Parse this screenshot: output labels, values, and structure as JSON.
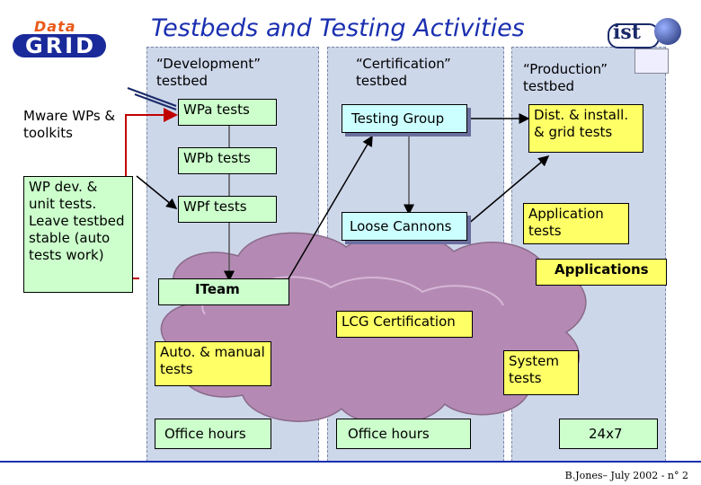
{
  "title": "Testbeds and Testing Activities",
  "logos": {
    "left": "DataGRID",
    "right": "ist"
  },
  "columns": {
    "development": "“Development” testbed",
    "certification": "“Certification” testbed",
    "production": "“Production” testbed"
  },
  "left": {
    "mware": "Mware WPs & toolkits",
    "wpdev": "WP dev. & unit tests. Leave testbed stable (auto tests work)"
  },
  "boxes": {
    "wpa": "WPa tests",
    "wpb": "WPb tests",
    "wpf": "WPf tests",
    "iteam": "ITeam",
    "testing_group": "Testing Group",
    "loose_cannons": "Loose Cannons",
    "dist_install": "Dist. & install. & grid tests",
    "application_tests": "Application tests",
    "applications": "Applications",
    "lcg": "LCG Certification",
    "auto_manual": "Auto. & manual tests",
    "system_tests": "System tests"
  },
  "bottom": {
    "office_hours_1": "Office hours",
    "office_hours_2": "Office hours",
    "support": "24x7"
  },
  "footer": "B.Jones– July 2002 - n° 2",
  "colors": {
    "title": "#1a2fb0",
    "column": "#cdd7ea",
    "cloud": "#b48ab4",
    "green": "#ccffcc",
    "yellow": "#ffff66",
    "teal": "#ccffff"
  }
}
